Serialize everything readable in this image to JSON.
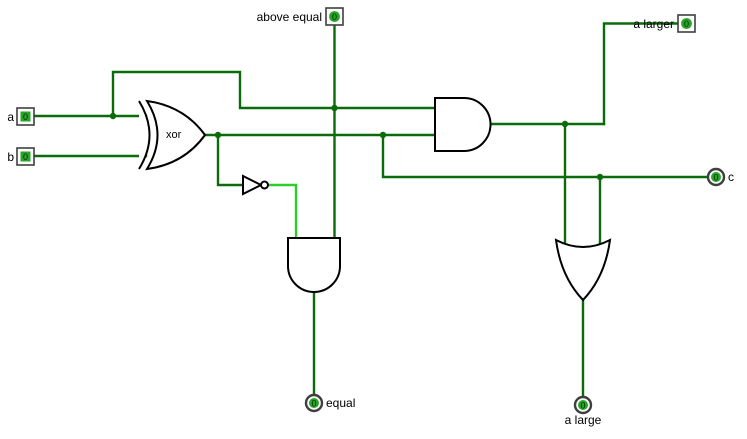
{
  "colors": {
    "background": "#ffffff",
    "wire_low": "#0a6b0a",
    "wire_high": "#2bce2b",
    "pin_fill": "#28a428",
    "pin_digit": "#002b00",
    "gate_stroke": "#000000",
    "label_color": "#000000"
  },
  "pins": {
    "a": {
      "label": "a",
      "value": "0"
    },
    "b": {
      "label": "b",
      "value": "0"
    },
    "above_equal": {
      "label": "above equal",
      "value": "0"
    },
    "a_larger": {
      "label": "a larger",
      "value": "0"
    },
    "c": {
      "label": "c",
      "value": "0"
    },
    "equal": {
      "label": "equal",
      "value": "0"
    },
    "a_large": {
      "label": "a large",
      "value": "0"
    }
  },
  "gates": {
    "xor": {
      "label": "xor"
    }
  }
}
